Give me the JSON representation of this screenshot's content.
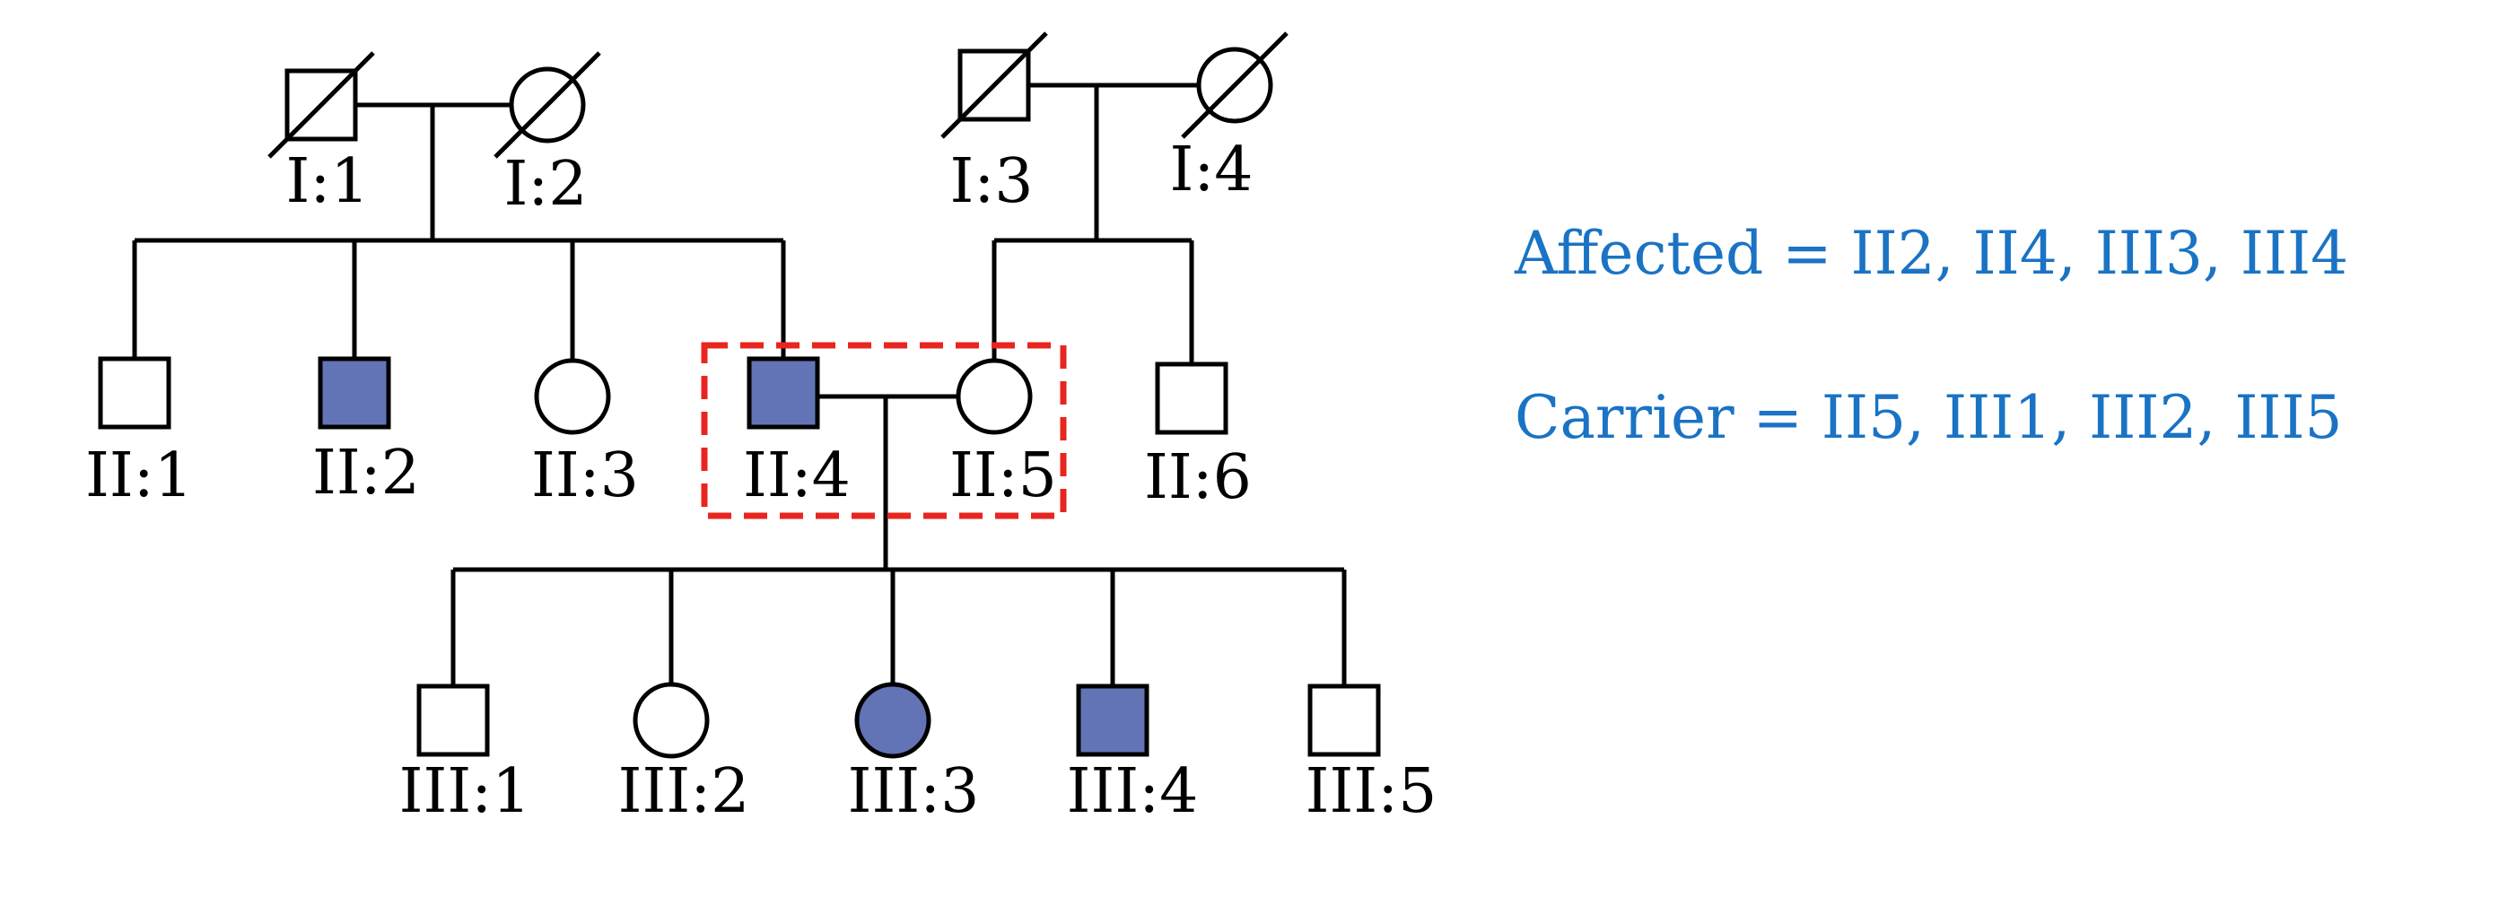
{
  "colors": {
    "affected": "#6274b5",
    "unaffected": "#ffffff",
    "stroke": "#000000",
    "highlight_box": "#e8251f",
    "legend_text": "#1a73c4"
  },
  "individuals": [
    {
      "id": "I:1",
      "label": "I:1",
      "sex": "male",
      "affected": false,
      "deceased": true
    },
    {
      "id": "I:2",
      "label": "I:2",
      "sex": "female",
      "affected": false,
      "deceased": true
    },
    {
      "id": "I:3",
      "label": "I:3",
      "sex": "male",
      "affected": false,
      "deceased": true
    },
    {
      "id": "I:4",
      "label": "I:4",
      "sex": "female",
      "affected": false,
      "deceased": true
    },
    {
      "id": "II:1",
      "label": "II:1",
      "sex": "male",
      "affected": false,
      "deceased": false
    },
    {
      "id": "II:2",
      "label": "II:2",
      "sex": "male",
      "affected": true,
      "deceased": false
    },
    {
      "id": "II:3",
      "label": "II:3",
      "sex": "female",
      "affected": false,
      "deceased": false
    },
    {
      "id": "II:4",
      "label": "II:4",
      "sex": "male",
      "affected": true,
      "deceased": false
    },
    {
      "id": "II:5",
      "label": "II:5",
      "sex": "female",
      "affected": false,
      "deceased": false
    },
    {
      "id": "II:6",
      "label": "II:6",
      "sex": "male",
      "affected": false,
      "deceased": false
    },
    {
      "id": "III:1",
      "label": "III:1",
      "sex": "male",
      "affected": false,
      "deceased": false
    },
    {
      "id": "III:2",
      "label": "III:2",
      "sex": "female",
      "affected": false,
      "deceased": false
    },
    {
      "id": "III:3",
      "label": "III:3",
      "sex": "female",
      "affected": true,
      "deceased": false
    },
    {
      "id": "III:4",
      "label": "III:4",
      "sex": "male",
      "affected": true,
      "deceased": false
    },
    {
      "id": "III:5",
      "label": "III:5",
      "sex": "male",
      "affected": false,
      "deceased": false
    }
  ],
  "families": [
    {
      "parents": [
        "I:1",
        "I:2"
      ],
      "children": [
        "II:1",
        "II:2",
        "II:3",
        "II:4"
      ]
    },
    {
      "parents": [
        "I:3",
        "I:4"
      ],
      "children": [
        "II:5",
        "II:6"
      ]
    },
    {
      "parents": [
        "II:4",
        "II:5"
      ],
      "children": [
        "III:1",
        "III:2",
        "III:3",
        "III:4",
        "III:5"
      ]
    }
  ],
  "highlighted_couple": [
    "II:4",
    "II:5"
  ],
  "legend": {
    "affected": "Affected = II2, II4, III3, III4",
    "carrier": "Carrier = II5, III1, III2, III5"
  }
}
